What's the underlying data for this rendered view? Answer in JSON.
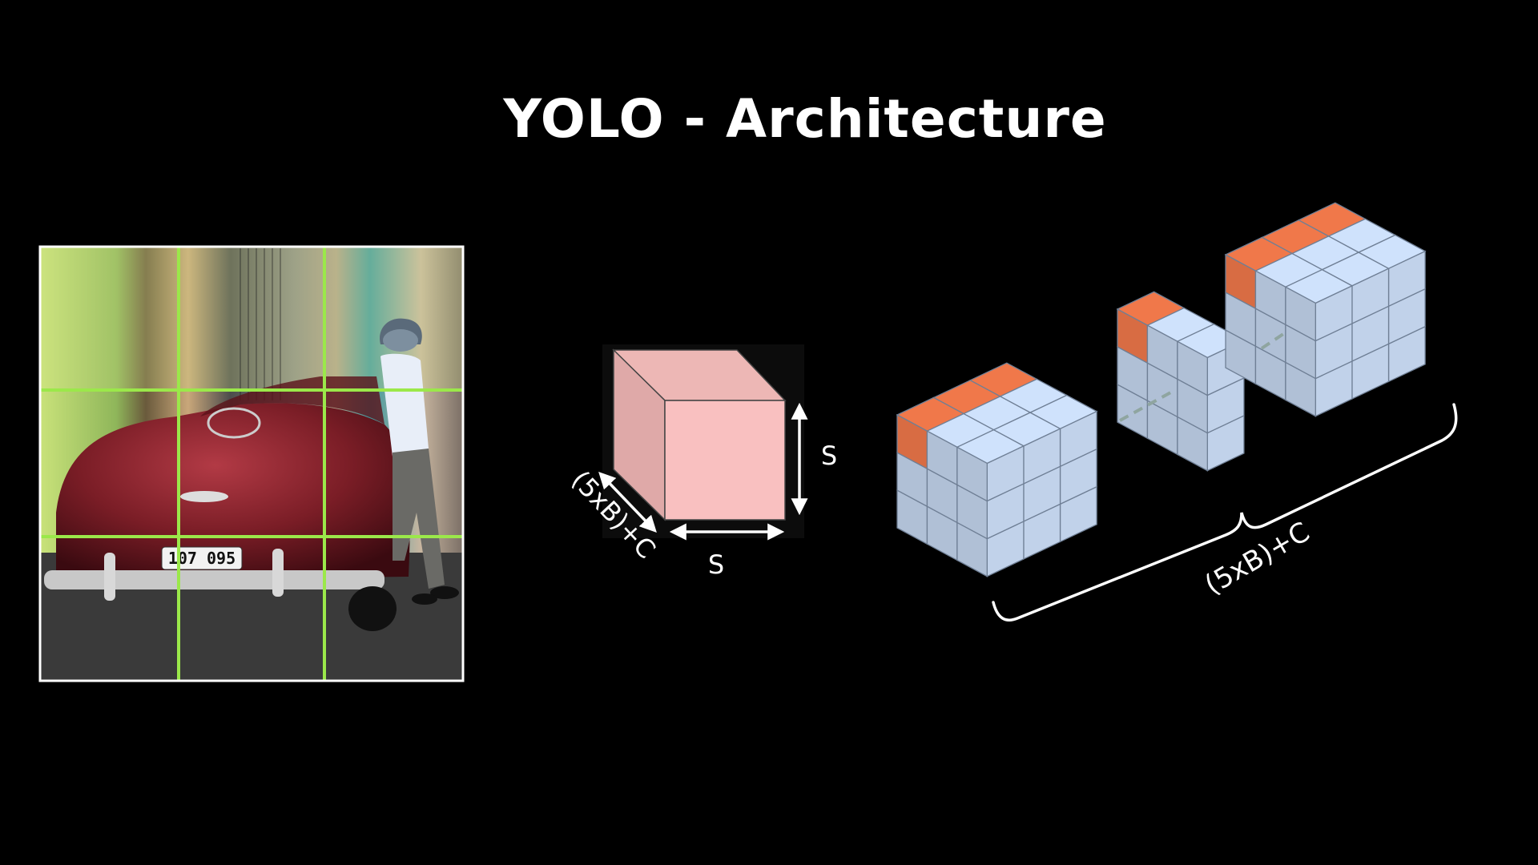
{
  "title": "YOLO - Architecture",
  "photo": {
    "plate_text": "107 095",
    "grid_color": "#9be84a"
  },
  "tensor": {
    "side_label_s": "S",
    "bottom_label_s": "S",
    "depth_label": "(5xB)+C",
    "color": "#f9c0c0"
  },
  "vector": {
    "brace_label": "(5xB)+C",
    "cube_color": "#cfe2fc",
    "highlight_color": "#f0784a"
  }
}
